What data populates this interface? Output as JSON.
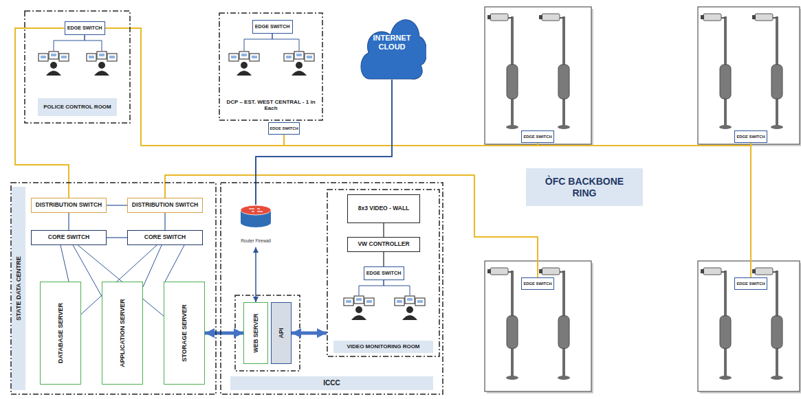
{
  "diagram": {
    "nodes": [
      {
        "text": [
          "POLICE CONTROL ROOM"
        ]
      },
      {
        "text": [
          "EDGE SWITCH"
        ],
        "in": 0
      },
      {
        "text": [
          "DCP – EST. WEST CENTRAL - 1 in Each"
        ]
      },
      {
        "text": [
          "EDGE SWITCH"
        ],
        "in": 2
      },
      {
        "text": [
          "EDGE SWITCH"
        ]
      },
      {
        "text": [
          "INTERNET CLOUD"
        ]
      },
      {
        "text": [
          "EDGE SWITCH"
        ]
      },
      {
        "text": [
          "EDGE SWITCH"
        ]
      },
      {
        "text": [
          "ÒFC BACKBONE RING"
        ]
      },
      {
        "text": [
          "STATE DATA CENTRE"
        ]
      },
      {
        "text": [
          "DISTRIBUTION SWITCH"
        ],
        "in": 9
      },
      {
        "text": [
          "DISTRIBUTION SWITCH"
        ],
        "in": 9
      },
      {
        "text": [
          "CORE SWITCH"
        ],
        "in": 9
      },
      {
        "text": [
          "CORE SWITCH"
        ],
        "in": 9
      },
      {
        "text": [
          "DATABASE SERVER"
        ],
        "in": 9
      },
      {
        "text": [
          "APPLICATION SERVER"
        ],
        "in": 9
      },
      {
        "text": [
          "STORAGE SERVER"
        ],
        "in": 9
      },
      {
        "text": [
          "ICCC"
        ]
      },
      {
        "text": [
          "Router Firewall"
        ],
        "in": 17
      },
      {
        "text": [
          "WEB SERVER"
        ],
        "in": 17
      },
      {
        "text": [
          "API"
        ],
        "in": 17
      },
      {
        "text": [
          "VIDEO MONITORING ROOM"
        ],
        "in": 17
      },
      {
        "text": [
          "8x3 VIDEO - WALL"
        ],
        "in": 21
      },
      {
        "text": [
          "VW CONTROLLER"
        ],
        "in": 21
      },
      {
        "text": [
          "EDGE SWITCH"
        ],
        "in": 21
      },
      {
        "text": [
          "EDGE SWITCH"
        ]
      },
      {
        "text": [
          "EDGE SWITCH"
        ]
      }
    ],
    "edges": [
      {
        "from": 1,
        "to": 10,
        "arrow": "none"
      },
      {
        "from": 1,
        "to": 4,
        "arrow": "none"
      },
      {
        "from": 4,
        "to": 6,
        "arrow": "none"
      },
      {
        "from": 6,
        "to": 7,
        "arrow": "none"
      },
      {
        "from": 7,
        "to": 26,
        "arrow": "none"
      },
      {
        "from": 25,
        "to": 11,
        "arrow": "none"
      },
      {
        "from": 5,
        "to": 18,
        "arrow": "none"
      },
      {
        "from": 18,
        "to": 19,
        "arrow": "both"
      },
      {
        "from": 16,
        "to": 19,
        "arrow": "both"
      },
      {
        "from": 20,
        "to": 21,
        "arrow": "both"
      },
      {
        "from": 10,
        "to": 11,
        "arrow": "none"
      },
      {
        "from": 10,
        "to": 12,
        "arrow": "none"
      },
      {
        "from": 11,
        "to": 13,
        "arrow": "none"
      },
      {
        "from": 12,
        "to": 13,
        "arrow": "none"
      },
      {
        "from": 12,
        "to": 14,
        "arrow": "none"
      },
      {
        "from": 12,
        "to": 15,
        "arrow": "none"
      },
      {
        "from": 12,
        "to": 16,
        "arrow": "none"
      },
      {
        "from": 13,
        "to": 14,
        "arrow": "none"
      },
      {
        "from": 13,
        "to": 15,
        "arrow": "none"
      },
      {
        "from": 13,
        "to": 16,
        "arrow": "none"
      },
      {
        "from": 22,
        "to": 23,
        "arrow": "none"
      },
      {
        "from": 23,
        "to": 24,
        "arrow": "none"
      }
    ]
  }
}
